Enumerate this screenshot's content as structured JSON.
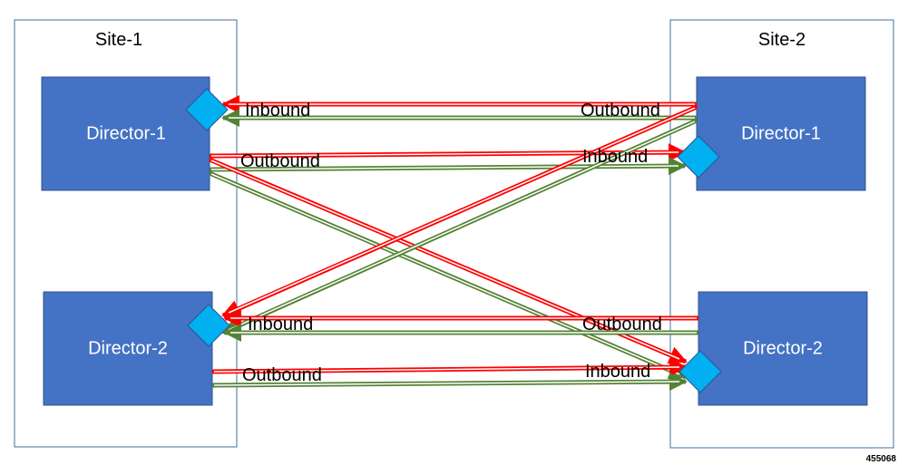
{
  "sites": [
    {
      "title": "Site-1",
      "directors": [
        "Director-1",
        "Director-2"
      ]
    },
    {
      "title": "Site-2",
      "directors": [
        "Director-1",
        "Director-2"
      ]
    }
  ],
  "flow_labels": {
    "s1d1_inbound": "Inbound",
    "s1d1_outbound": "Outbound",
    "s1d2_inbound": "Inbound",
    "s1d2_outbound": "Outbound",
    "s2d1_outbound": "Outbound",
    "s2d1_inbound": "Inbound",
    "s2d2_outbound": "Outbound",
    "s2d2_inbound": "Inbound"
  },
  "reference_number": "455068",
  "colors": {
    "director_fill": "#4472c4",
    "port_fill": "#00b0f0",
    "red_link": "#ff0000",
    "green_link": "#548235",
    "site_border": "#41719c"
  }
}
